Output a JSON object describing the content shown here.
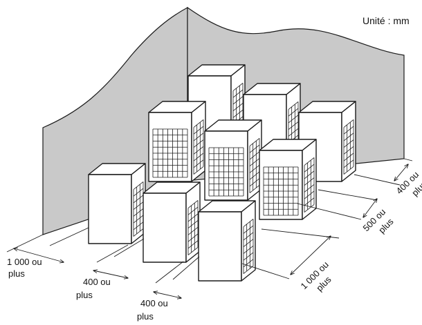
{
  "unit_label": "Unité : mm",
  "dimensions": {
    "left_clearance": [
      "1 000 ou",
      "plus"
    ],
    "gap_1": [
      "400 ou",
      "plus"
    ],
    "gap_2": [
      "400 ou",
      "plus"
    ],
    "front_clearance": [
      "1 000 ou",
      "plus"
    ],
    "row_gap": [
      "500 ou",
      "plus"
    ],
    "rear_clearance": [
      "400 ou",
      "plus"
    ]
  }
}
